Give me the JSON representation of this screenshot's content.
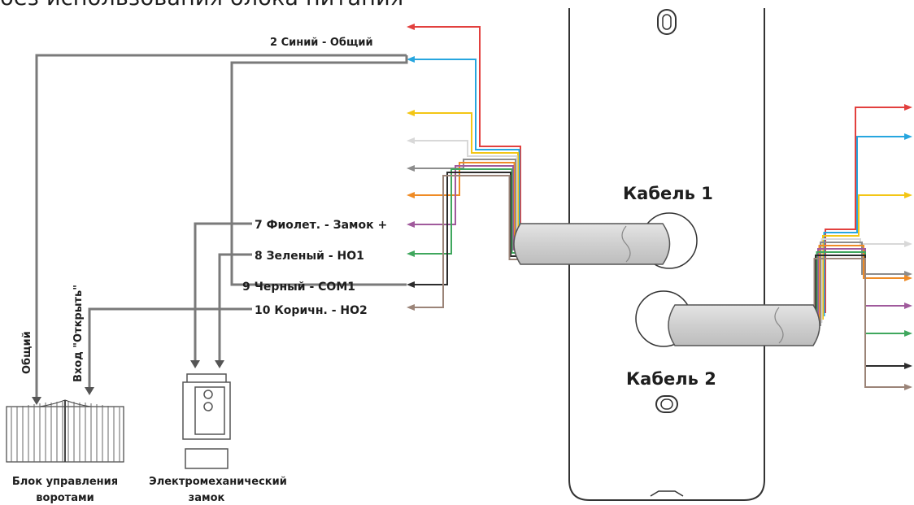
{
  "heading": "без использования блока питания",
  "cable1_label": "Кабель 1",
  "cable2_label": "Кабель 2",
  "wire_labels": {
    "w2": "2 Синий - Общий",
    "w7": "7 Фиолет. - Замок +",
    "w8": "8 Зеленый - НО1",
    "w9": "9 Черный - COM1",
    "w10": "10 Коричн. - НО2"
  },
  "gate_inputs": {
    "common": "Общий",
    "open": "Вход \"Открыть\""
  },
  "gate_controller_label": [
    "Блок управления",
    "воротами"
  ],
  "lock_label": [
    "Электромеханический",
    "замок"
  ],
  "colors": {
    "red": "#e2403e",
    "blue": "#27a6df",
    "yellow": "#f3c615",
    "white": "#d8d8d8",
    "gray": "#8c8c8c",
    "orange": "#ef8b25",
    "purple": "#a05a9c",
    "green": "#3fa75d",
    "black": "#2c2c2c",
    "brown": "#9b8478",
    "connector": "#7a7a7a"
  }
}
